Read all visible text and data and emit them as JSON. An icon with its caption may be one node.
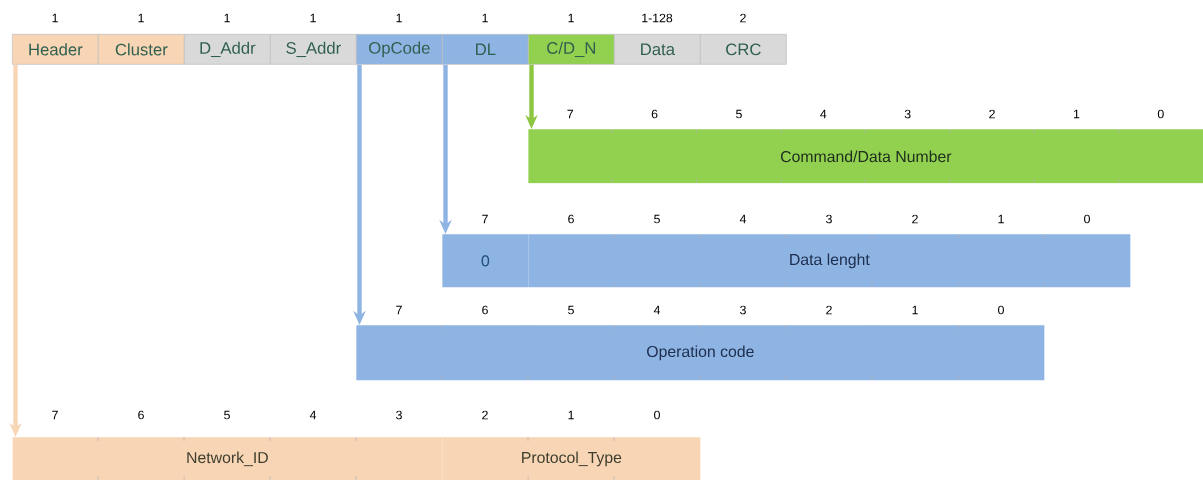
{
  "diagram": {
    "nodes": [
      {
        "text": [
          "Header"
        ],
        "beside": [
          "1"
        ]
      },
      {
        "text": [
          "Cluster"
        ],
        "beside": [
          "1"
        ]
      },
      {
        "text": [
          "D_Addr"
        ],
        "beside": [
          "1"
        ]
      },
      {
        "text": [
          "S_Addr"
        ],
        "beside": [
          "1"
        ]
      },
      {
        "text": [
          "OpCode"
        ],
        "beside": [
          "1"
        ]
      },
      {
        "text": [
          "DL"
        ],
        "beside": [
          "1"
        ]
      },
      {
        "text": [
          "C/D_N"
        ],
        "beside": [
          "1"
        ]
      },
      {
        "text": [
          "Data"
        ],
        "beside": [
          "1-128"
        ]
      },
      {
        "text": [
          "CRC"
        ],
        "beside": [
          "2"
        ]
      },
      {
        "text": [
          "Command/Data Number"
        ],
        "beside": [
          "7",
          "6",
          "5",
          "4",
          "3",
          "2",
          "1",
          "0"
        ]
      },
      {
        "text": [
          "0"
        ],
        "beside": [
          "7"
        ]
      },
      {
        "text": [
          "Data lenght"
        ],
        "beside": [
          "6",
          "5",
          "4",
          "3",
          "2",
          "1",
          "0"
        ]
      },
      {
        "text": [
          "Operation code"
        ],
        "beside": [
          "7",
          "6",
          "5",
          "4",
          "3",
          "2",
          "1",
          "0"
        ]
      },
      {
        "text": [
          "Network_ID"
        ],
        "beside": [
          "7",
          "6",
          "5",
          "4",
          "3"
        ]
      },
      {
        "text": [
          "Protocol_Type"
        ],
        "beside": [
          "2",
          "1",
          "0"
        ]
      }
    ],
    "edges": [
      {
        "from": 6,
        "to": 9,
        "arrow": "to",
        "color": "#8dc63f"
      },
      {
        "from": 5,
        "to": 10,
        "arrow": "to",
        "color": "#8eb4e3"
      },
      {
        "from": 4,
        "to": 12,
        "arrow": "to",
        "color": "#8eb4e3"
      },
      {
        "from": 0,
        "to": 13,
        "arrow": "to",
        "color": "#f8d5b5"
      }
    ]
  }
}
